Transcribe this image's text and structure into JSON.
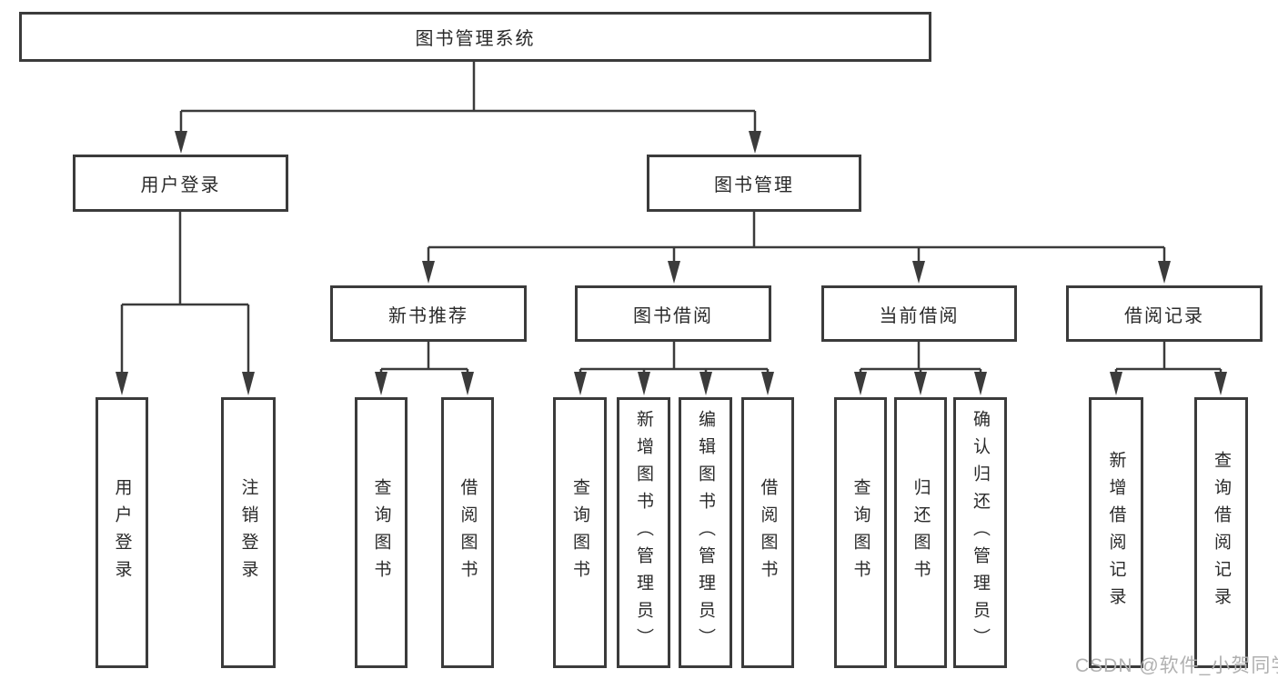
{
  "style": {
    "line_color": "#3b3b3b",
    "text_color": "#2a2a2a",
    "watermark_color": "#b0b0b0",
    "bg_color": "#ffffff"
  },
  "tree": {
    "root": {
      "label": "图书管理系统"
    },
    "branches": [
      {
        "label": "用户登录",
        "leaves": [
          "用户登录",
          "注销登录"
        ]
      },
      {
        "label": "图书管理",
        "groups": [
          {
            "label": "新书推荐",
            "leaves": [
              "查询图书",
              "借阅图书"
            ]
          },
          {
            "label": "图书借阅",
            "leaves": [
              "查询图书",
              "新增图书（管理员）",
              "编辑图书（管理员）",
              "借阅图书"
            ]
          },
          {
            "label": "当前借阅",
            "leaves": [
              "查询图书",
              "归还图书",
              "确认归还（管理员）"
            ]
          },
          {
            "label": "借阅记录",
            "leaves": [
              "新增借阅记录",
              "查询借阅记录"
            ]
          }
        ]
      }
    ]
  },
  "watermark": {
    "text": "CSDN @软件_小贺同学"
  }
}
